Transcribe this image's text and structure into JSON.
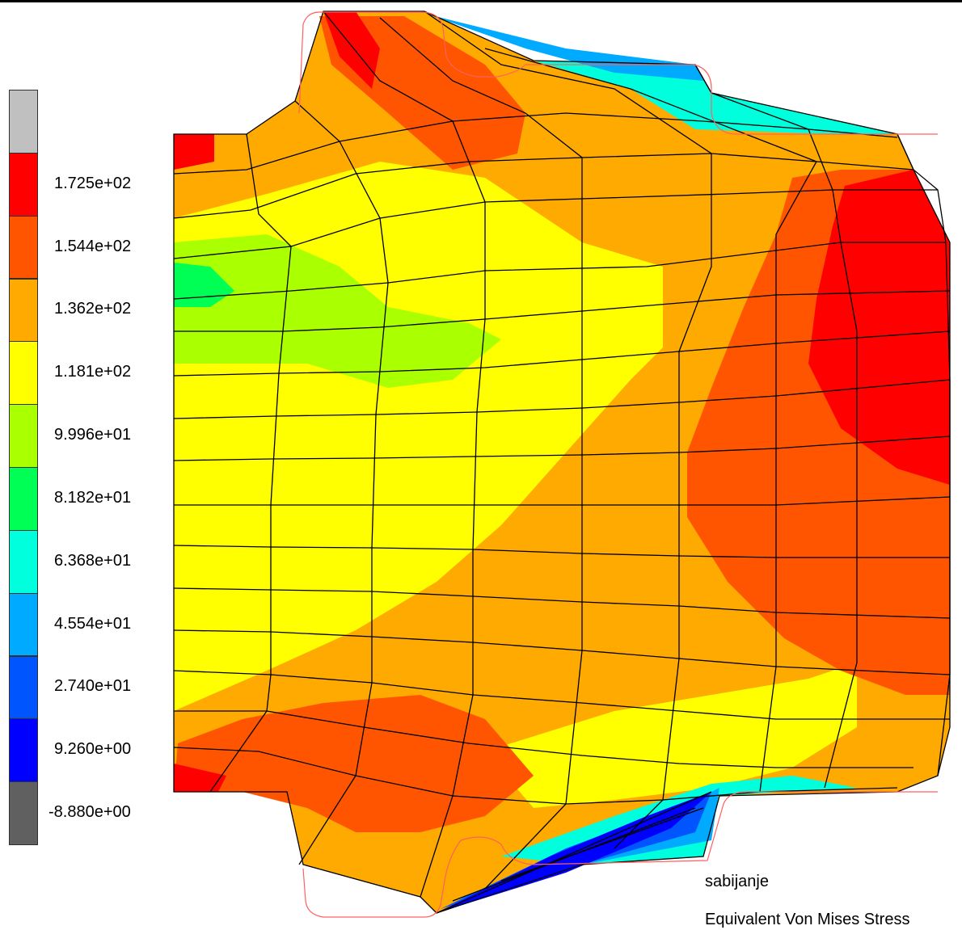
{
  "legend": {
    "bands": [
      {
        "color": "#c0c0c0"
      },
      {
        "color": "#ff0000",
        "label": "1.725e+02"
      },
      {
        "color": "#ff5500",
        "label": "1.544e+02"
      },
      {
        "color": "#ffaa00",
        "label": "1.362e+02"
      },
      {
        "color": "#ffff00",
        "label": "1.181e+02"
      },
      {
        "color": "#aaff00",
        "label": "9.996e+01"
      },
      {
        "color": "#00ff55",
        "label": "8.182e+01"
      },
      {
        "color": "#00ffdd",
        "label": "6.368e+01"
      },
      {
        "color": "#00aaff",
        "label": "4.554e+01"
      },
      {
        "color": "#0055ff",
        "label": "2.740e+01"
      },
      {
        "color": "#0000ff",
        "label": "9.260e+00"
      },
      {
        "color": "#606060",
        "label": "-8.880e+00"
      }
    ]
  },
  "annotation": {
    "case_name": "sabijanje",
    "result_type": "Equivalent Von Mises Stress"
  }
}
